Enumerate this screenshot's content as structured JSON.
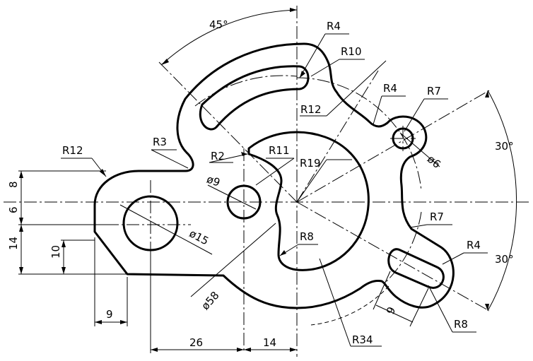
{
  "labels": {
    "angle_45": "45°",
    "angle_30_top": "30°",
    "angle_30_bottom": "30°",
    "r4_top": "R4",
    "r10": "R10",
    "r12_mid": "R12",
    "r4_right": "R4",
    "r7_top": "R7",
    "phi6": "ø6",
    "r12_left": "R12",
    "r3": "R3",
    "r2": "R2",
    "r11": "R11",
    "r19": "R19",
    "phi9": "ø9",
    "r7_right": "R7",
    "r8_mid": "R8",
    "r4_bottom": "R4",
    "phi15": "ø15",
    "phi58": "ø58",
    "r34": "R34",
    "r8_bottom": "R8",
    "dim_8": "8",
    "dim_6": "6",
    "dim_14": "14",
    "dim_10": "10",
    "dim_9_left": "9",
    "dim_26": "26",
    "dim_14_bottom": "14",
    "dim_9_slot": "9"
  }
}
